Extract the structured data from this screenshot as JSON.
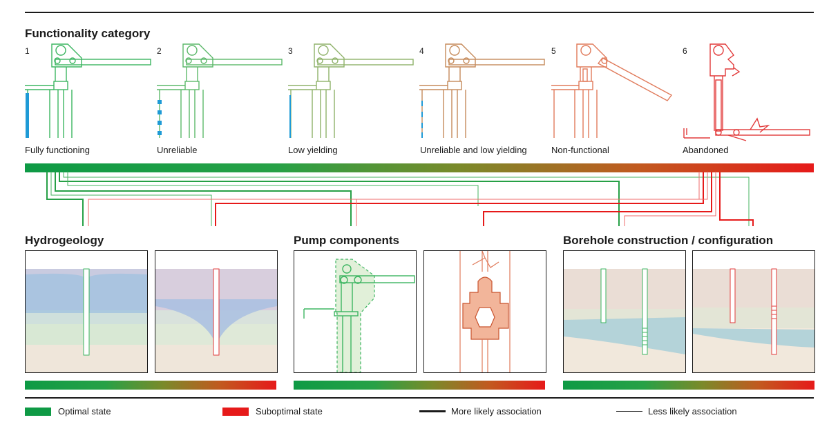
{
  "functionality": {
    "title": "Functionality category",
    "categories": [
      {
        "number": "1",
        "label": "Fully functioning",
        "color": "#3cb561"
      },
      {
        "number": "2",
        "label": "Unreliable",
        "color": "#5cb86a"
      },
      {
        "number": "3",
        "label": "Low yielding",
        "color": "#8fb26a"
      },
      {
        "number": "4",
        "label": "Unreliable and low yielding",
        "color": "#c58a5a"
      },
      {
        "number": "5",
        "label": "Non-functional",
        "color": "#e07a5a"
      },
      {
        "number": "6",
        "label": "Abandoned",
        "color": "#e23a3a"
      }
    ],
    "water_color": "#1e9ad6"
  },
  "sections": [
    {
      "title": "Hydrogeology"
    },
    {
      "title": "Pump components"
    },
    {
      "title": "Borehole construction / configuration"
    }
  ],
  "legend": {
    "optimal": "Optimal state",
    "suboptimal": "Suboptimal state",
    "more_likely": "More likely association",
    "less_likely": "Less likely association",
    "optimal_color": "#0e9a45",
    "suboptimal_color": "#e61a1a"
  }
}
